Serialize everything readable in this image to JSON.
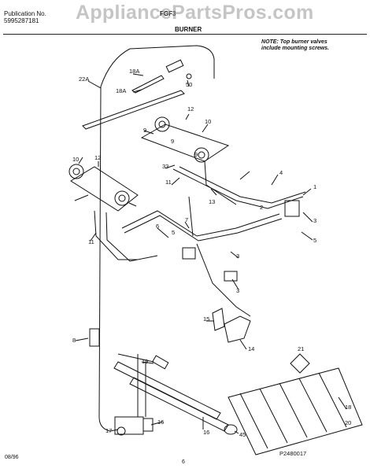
{
  "header": {
    "publication_label": "Publication No.",
    "publication_number": "5995287181",
    "model": "FGF3",
    "section_title": "BURNER",
    "watermark": "AppliancePartsPros.com"
  },
  "note": {
    "line1": "NOTE: Top burner valves",
    "line2": "include mounting screws."
  },
  "callouts": [
    "1",
    "2",
    "3",
    "3",
    "3",
    "4",
    "5",
    "5",
    "6",
    "7",
    "8",
    "9",
    "9",
    "9",
    "10",
    "10",
    "11",
    "11",
    "12",
    "12",
    "13",
    "14",
    "15",
    "16",
    "16",
    "17",
    "18",
    "18A",
    "18A",
    "19",
    "20",
    "21",
    "22A",
    "33",
    "45",
    "50"
  ],
  "part_code": "P2480017",
  "footer": {
    "date": "08/96",
    "page": "6"
  }
}
